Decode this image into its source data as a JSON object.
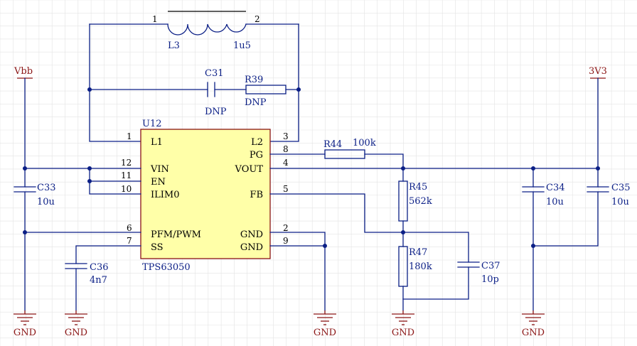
{
  "inductor": {
    "ref": "L3",
    "value": "1u5",
    "pin1": "1",
    "pin2": "2"
  },
  "cap_c31": {
    "ref": "C31",
    "value": "DNP"
  },
  "res_r39": {
    "ref": "R39",
    "value": "DNP"
  },
  "ic": {
    "ref": "U12",
    "part": "TPS63050",
    "left_pins": [
      {
        "num": "1",
        "label": "L1"
      },
      {
        "num": "12",
        "label": "VIN"
      },
      {
        "num": "11",
        "label": "EN"
      },
      {
        "num": "10",
        "label": "ILIM0"
      },
      {
        "num": "6",
        "label": "PFM/PWM"
      },
      {
        "num": "7",
        "label": "SS"
      }
    ],
    "right_pins": [
      {
        "num": "3",
        "label": "L2"
      },
      {
        "num": "8",
        "label": "PG"
      },
      {
        "num": "4",
        "label": "VOUT"
      },
      {
        "num": "5",
        "label": "FB"
      },
      {
        "num": "2",
        "label": "GND"
      },
      {
        "num": "9",
        "label": "GND"
      }
    ]
  },
  "cap_c33": {
    "ref": "C33",
    "value": "10u"
  },
  "cap_c36": {
    "ref": "C36",
    "value": "4n7"
  },
  "res_r44": {
    "ref": "R44",
    "value": "100k"
  },
  "res_r45": {
    "ref": "R45",
    "value": "562k"
  },
  "res_r47": {
    "ref": "R47",
    "value": "180k"
  },
  "cap_c37": {
    "ref": "C37",
    "value": "10p"
  },
  "cap_c34": {
    "ref": "C34",
    "value": "10u"
  },
  "cap_c35": {
    "ref": "C35",
    "value": "10u"
  },
  "power": {
    "vbb": "Vbb",
    "v3v3": "3V3",
    "gnd": "GND"
  },
  "colors": {
    "wire": "#0b1f86",
    "power_symbol": "#8a1414",
    "ic_fill": "#ffffa8",
    "ic_outline": "#8a1414",
    "grid": "#e3e3e3"
  }
}
